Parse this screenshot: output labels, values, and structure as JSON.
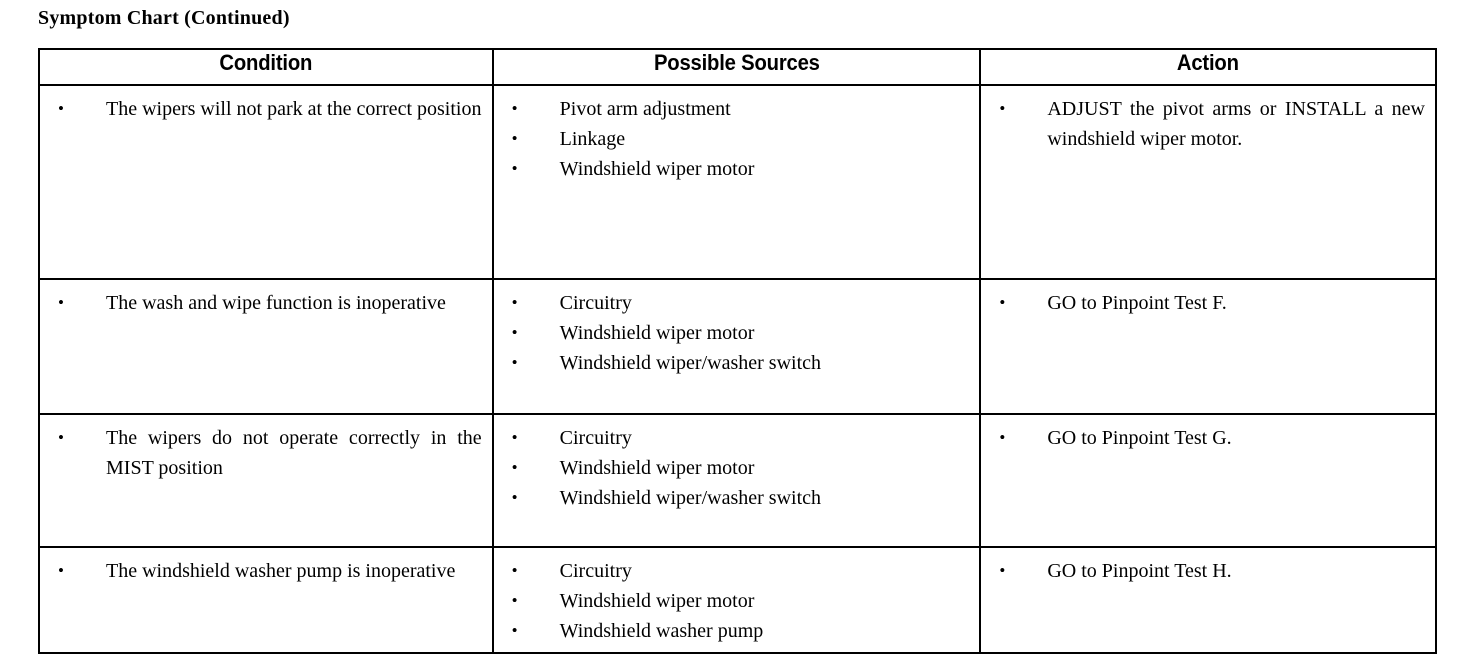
{
  "document": {
    "title": "Symptom Chart (Continued)"
  },
  "table": {
    "columns": [
      {
        "key": "condition",
        "header": "Condition"
      },
      {
        "key": "sources",
        "header": "Possible Sources"
      },
      {
        "key": "action",
        "header": "Action"
      }
    ],
    "rows": [
      {
        "condition": [
          "The wipers will not park at the correct position"
        ],
        "sources": [
          "Pivot arm adjustment",
          "Linkage",
          "Windshield wiper motor"
        ],
        "action": [
          "ADJUST the pivot arms or INSTALL a new windshield wiper motor."
        ]
      },
      {
        "condition": [
          "The wash and wipe function is inoperative"
        ],
        "sources": [
          "Circuitry",
          "Windshield wiper motor",
          "Windshield wiper/washer switch"
        ],
        "action": [
          "GO to Pinpoint Test F."
        ]
      },
      {
        "condition": [
          "The wipers do not operate correctly in the MIST position"
        ],
        "sources": [
          "Circuitry",
          "Windshield wiper motor",
          "Windshield wiper/washer switch"
        ],
        "action": [
          "GO to Pinpoint Test G."
        ]
      },
      {
        "condition": [
          "The windshield washer pump is inoperative"
        ],
        "sources": [
          "Circuitry",
          "Windshield wiper motor",
          "Windshield washer pump"
        ],
        "action": [
          "GO to Pinpoint Test H."
        ]
      }
    ]
  },
  "colors": {
    "page_background": "#ffffff",
    "text": "#000000",
    "border": "#000000"
  }
}
